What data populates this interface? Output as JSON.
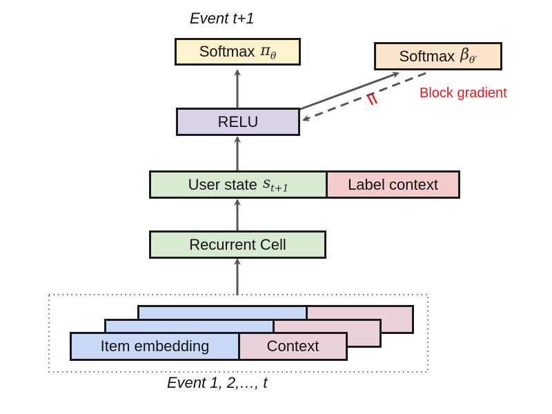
{
  "captions": {
    "top": "Event t+1",
    "bottom": "Event 1, 2,…, t"
  },
  "nodes": {
    "softmax_pi": {
      "label": "Softmax",
      "math": "π",
      "sub": "θ",
      "color": "#fff2cc"
    },
    "softmax_beta": {
      "label": "Softmax",
      "math": "β",
      "sub": "θ′",
      "color": "#fce5cd"
    },
    "relu": {
      "label": "RELU",
      "color": "#d9d2e9"
    },
    "user_state": {
      "label": "User state",
      "math": "s",
      "sub": "t+1",
      "color": "#d9ead3"
    },
    "label_context": {
      "label": "Label context",
      "color": "#f4cccc"
    },
    "recurrent_cell": {
      "label": "Recurrent Cell",
      "color": "#d9ead3"
    },
    "item_embedding": {
      "label": "Item embedding",
      "color": "#c9daf8"
    },
    "context": {
      "label": "Context",
      "color": "#ead1dc"
    }
  },
  "annotations": {
    "block_gradient": "Block gradient",
    "block_gradient_color": "#e8191c"
  }
}
